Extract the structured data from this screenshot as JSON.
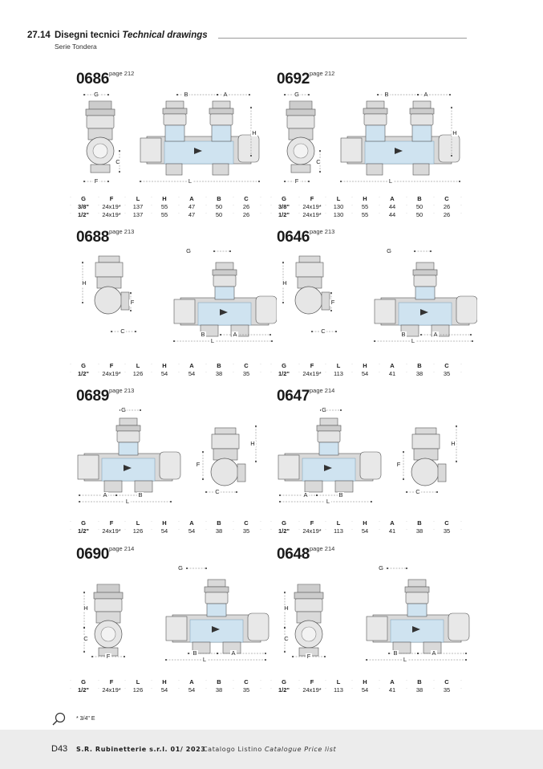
{
  "header": {
    "section_number": "27.14",
    "title": "Disegni tecnici",
    "title_en": "Technical drawings",
    "subtitle": "Serie Tondera"
  },
  "columns": [
    "G",
    "F",
    "L",
    "H",
    "A",
    "B",
    "C"
  ],
  "products": [
    {
      "code": "0686",
      "page": "page 212",
      "variant": "twin",
      "rows": [
        [
          "3/8\"",
          "24x19*",
          "137",
          "55",
          "47",
          "50",
          "26"
        ],
        [
          "1/2\"",
          "24x19*",
          "137",
          "55",
          "47",
          "50",
          "26"
        ]
      ]
    },
    {
      "code": "0692",
      "page": "page 212",
      "variant": "twin",
      "rows": [
        [
          "3/8\"",
          "24x19*",
          "130",
          "55",
          "44",
          "50",
          "26"
        ],
        [
          "1/2\"",
          "24x19*",
          "130",
          "55",
          "44",
          "50",
          "26"
        ]
      ]
    },
    {
      "code": "0688",
      "page": "page 213",
      "variant": "angle",
      "rows": [
        [
          "1/2\"",
          "24x19*",
          "126",
          "54",
          "54",
          "38",
          "35"
        ]
      ]
    },
    {
      "code": "0646",
      "page": "page 213",
      "variant": "angle",
      "rows": [
        [
          "1/2\"",
          "24x19*",
          "113",
          "54",
          "41",
          "38",
          "35"
        ]
      ]
    },
    {
      "code": "0689",
      "page": "page 213",
      "variant": "bodyleft",
      "rows": [
        [
          "1/2\"",
          "24x19*",
          "126",
          "54",
          "54",
          "38",
          "35"
        ]
      ]
    },
    {
      "code": "0647",
      "page": "page 214",
      "variant": "bodyleft",
      "rows": [
        [
          "1/2\"",
          "24x19*",
          "113",
          "54",
          "41",
          "38",
          "35"
        ]
      ]
    },
    {
      "code": "0690",
      "page": "page 214",
      "variant": "straight",
      "rows": [
        [
          "1/2\"",
          "24x19*",
          "126",
          "54",
          "54",
          "38",
          "35"
        ]
      ]
    },
    {
      "code": "0648",
      "page": "page 214",
      "variant": "straight",
      "rows": [
        [
          "1/2\"",
          "24x19*",
          "113",
          "54",
          "41",
          "38",
          "35"
        ]
      ]
    }
  ],
  "note": {
    "icon": "magnifier-icon",
    "text": "* 3/4\" E"
  },
  "footer": {
    "page": "D43",
    "company": "S.R. Rubinetterie s.r.l.  01/ 2023",
    "catalog": "Catalogo Listino",
    "catalog_en": "Catalogue Price list"
  },
  "colors": {
    "body": "#d9d9d9",
    "water": "#cfe3f0",
    "line": "#555555",
    "footer_bg": "#ececec"
  }
}
